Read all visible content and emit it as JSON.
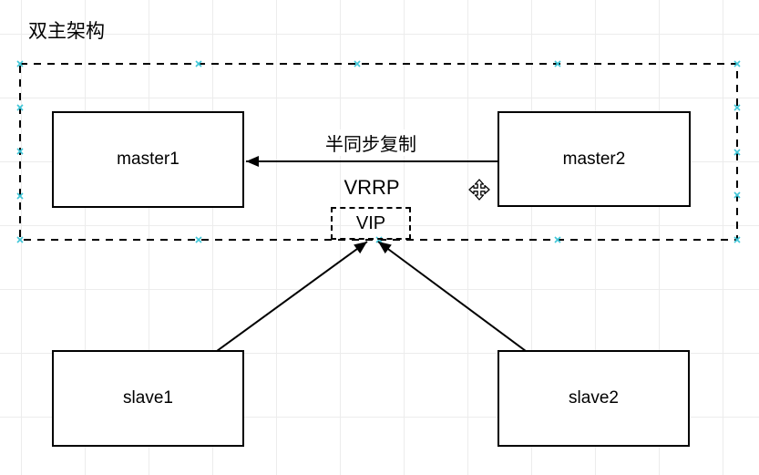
{
  "title": "双主架构",
  "diagram": {
    "nodes": [
      {
        "id": "master1",
        "label": "master1"
      },
      {
        "id": "master2",
        "label": "master2"
      },
      {
        "id": "vip",
        "label": "VIP"
      },
      {
        "id": "slave1",
        "label": "slave1"
      },
      {
        "id": "slave2",
        "label": "slave2"
      }
    ],
    "labels": {
      "replication": "半同步复制",
      "vrrp": "VRRP"
    },
    "edges": [
      {
        "from": "master2",
        "to": "master1",
        "label": "半同步复制",
        "direction": "left"
      },
      {
        "from": "slave1",
        "to": "vip",
        "direction": "up"
      },
      {
        "from": "slave2",
        "to": "vip",
        "direction": "up"
      }
    ],
    "icons": {
      "move_cursor": "move-cursor-icon"
    },
    "colors": {
      "line": "#000000",
      "connection_handle": "#3ec6d8",
      "grid": "#ececec",
      "background": "#ffffff"
    }
  }
}
